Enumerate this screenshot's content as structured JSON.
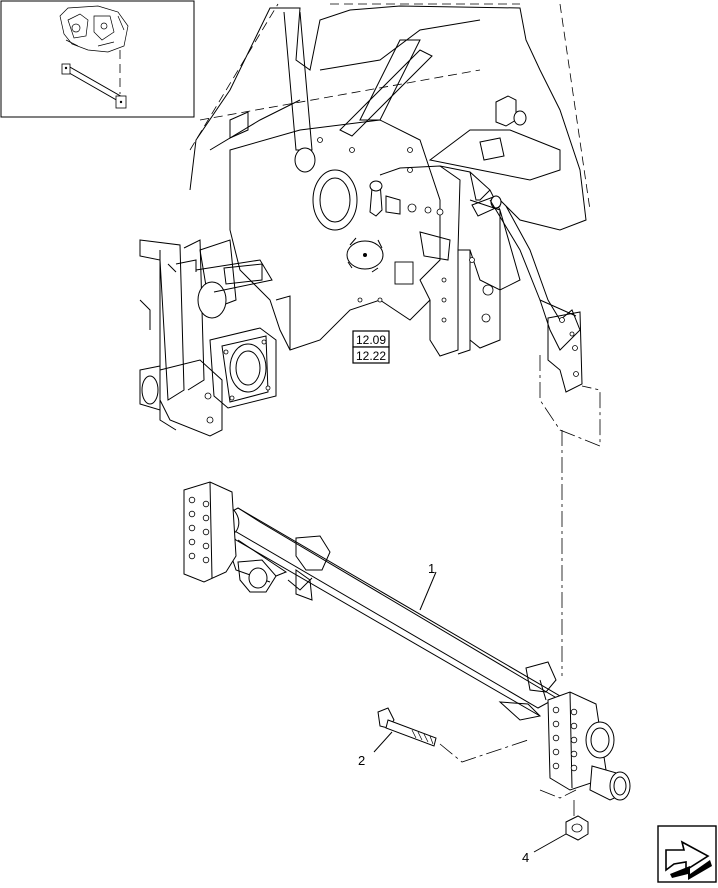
{
  "references": [
    "12.09",
    "12.22"
  ],
  "callouts": [
    {
      "id": "callout-1",
      "text": "1"
    },
    {
      "id": "callout-2",
      "text": "2"
    },
    {
      "id": "callout-4",
      "text": "4"
    }
  ],
  "nav": {
    "icon": "next-page-arrow-icon"
  }
}
